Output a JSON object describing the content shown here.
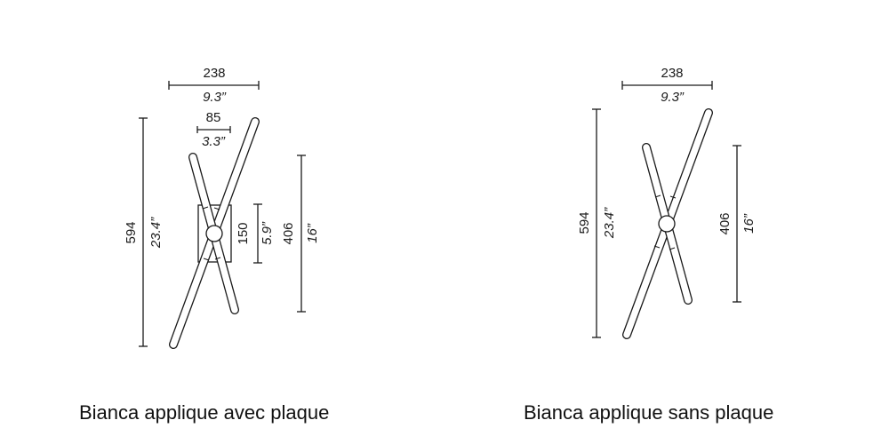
{
  "variants": [
    {
      "caption": "Bianca applique avec plaque",
      "dims": {
        "width_mm": "238",
        "width_in": "9.3”",
        "plate_width_mm": "85",
        "plate_width_in": "3.3”",
        "height_mm": "594",
        "height_in": "23.4”",
        "plate_height_mm": "150",
        "plate_height_in": "5.9”",
        "short_height_mm": "406",
        "short_height_in": "16”"
      }
    },
    {
      "caption": "Bianca applique sans plaque",
      "dims": {
        "width_mm": "238",
        "width_in": "9.3”",
        "height_mm": "594",
        "height_in": "23.4”",
        "short_height_mm": "406",
        "short_height_in": "16”"
      }
    }
  ]
}
